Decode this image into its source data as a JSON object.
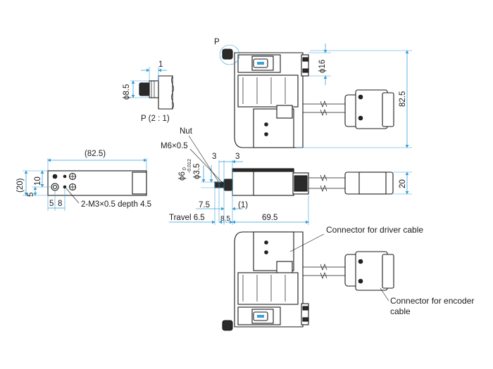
{
  "labels": {
    "p": "P",
    "phi16": "ϕ16",
    "dim_82_5": "82.5",
    "dim_1": "1",
    "phi8_5": "ϕ8.5",
    "p_scale": "P (2 : 1)",
    "nut": "Nut",
    "m6": "M6×0.5",
    "dim_3a": "3",
    "dim_3b": "3",
    "phi6": "ϕ6",
    "phi6_tol_upper": "0",
    "phi6_tol_lower": "-0.012",
    "phi3_5": "ϕ3.5",
    "dim_82_5_paren": "(82.5)",
    "dim_20_paren": "(20)",
    "dim_5": "5",
    "dim_10": "10",
    "dim_5b": "5",
    "dim_8": "8",
    "tap": "2-M3×0.5 depth 4.5",
    "dim_7_5": "7.5",
    "dim_1_paren": "(1)",
    "travel": "Travel 6.5",
    "dim_8_5": "8.5",
    "dim_69_5": "69.5",
    "dim_20": "20",
    "conn_driver": "Connector for driver cable",
    "conn_encoder_1": "Connector for encoder",
    "conn_encoder_2": "cable"
  },
  "colors": {
    "dimension_line": "#3aa0d8",
    "outline": "#1a1a1a"
  }
}
